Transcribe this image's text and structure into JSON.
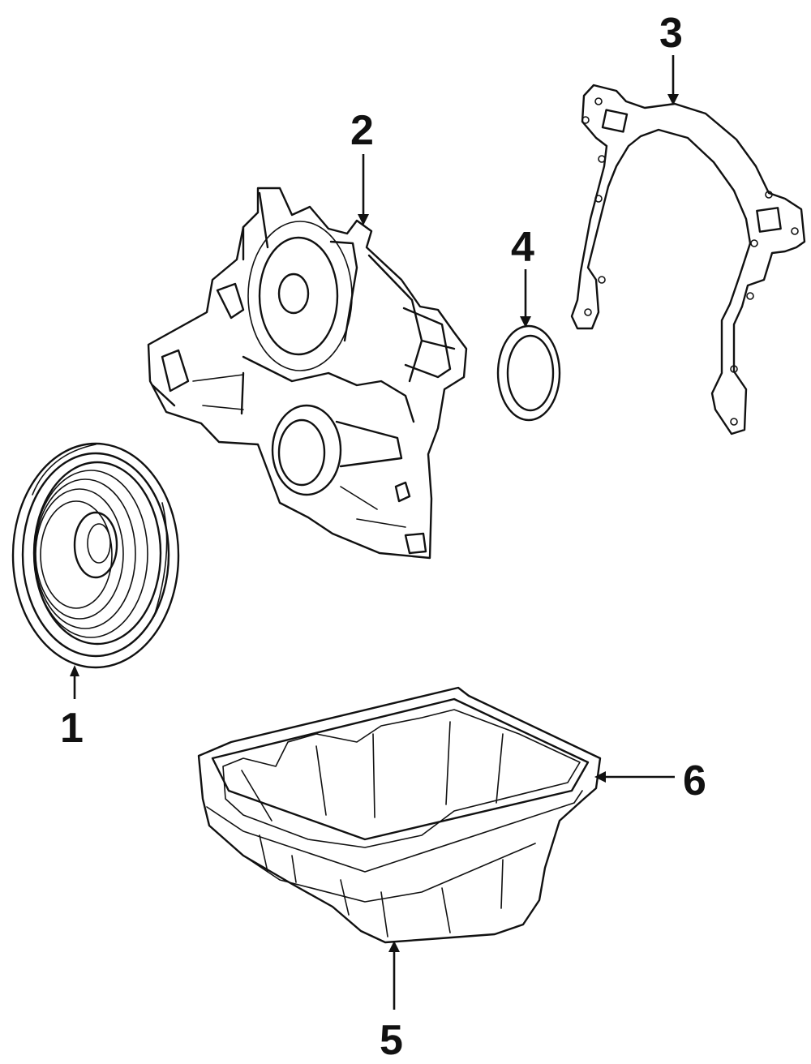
{
  "diagram": {
    "colors": {
      "line": "#111111",
      "background": "#ffffff"
    },
    "callouts": [
      {
        "id": "1",
        "label": "1",
        "part": "crankshaft-pulley"
      },
      {
        "id": "2",
        "label": "2",
        "part": "timing-cover"
      },
      {
        "id": "3",
        "label": "3",
        "part": "timing-cover-gasket"
      },
      {
        "id": "4",
        "label": "4",
        "part": "front-seal"
      },
      {
        "id": "5",
        "label": "5",
        "part": "oil-pan"
      },
      {
        "id": "6",
        "label": "6",
        "part": "oil-pan-gasket"
      }
    ]
  }
}
